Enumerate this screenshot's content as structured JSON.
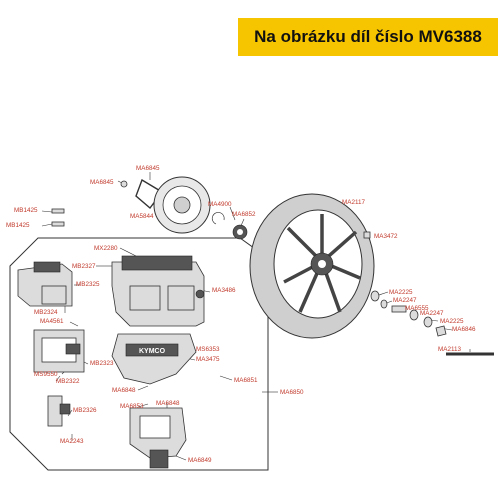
{
  "banner": {
    "text": "Na obrázku díl číslo MV6388",
    "bg": "#f7c500"
  },
  "colors": {
    "label": "#c0392b",
    "line": "#333333",
    "part_fill": "#dcdcdc",
    "part_dark": "#555555"
  },
  "brand_text": "KYMCO",
  "labels": [
    {
      "id": "MA6845a",
      "text": "MA6845"
    },
    {
      "id": "MA6845b",
      "text": "MA6845"
    },
    {
      "id": "MA5844",
      "text": "MA5844"
    },
    {
      "id": "MA4900",
      "text": "MA4900"
    },
    {
      "id": "MA6852",
      "text": "MA6852"
    },
    {
      "id": "MA2117",
      "text": "MA2117"
    },
    {
      "id": "MA3472",
      "text": "MA3472"
    },
    {
      "id": "MB1425a",
      "text": "MB1425"
    },
    {
      "id": "MB1425b",
      "text": "MB1425"
    },
    {
      "id": "MX2280",
      "text": "MX2280"
    },
    {
      "id": "MB2327",
      "text": "MB2327"
    },
    {
      "id": "MB2325",
      "text": "MB2325"
    },
    {
      "id": "MA3486",
      "text": "MA3486"
    },
    {
      "id": "MB2324",
      "text": "MB2324"
    },
    {
      "id": "MA4561",
      "text": "MA4561"
    },
    {
      "id": "MA2225a",
      "text": "MA2225"
    },
    {
      "id": "MA2247a",
      "text": "MA2247"
    },
    {
      "id": "MA6555",
      "text": "MA6555"
    },
    {
      "id": "MA2247b",
      "text": "MA2247"
    },
    {
      "id": "MA2225b",
      "text": "MA2225"
    },
    {
      "id": "MA6846",
      "text": "MA6846"
    },
    {
      "id": "MA2113",
      "text": "MA2113"
    },
    {
      "id": "MS6353",
      "text": "MS6353"
    },
    {
      "id": "MA3475",
      "text": "MA3475"
    },
    {
      "id": "MB2323",
      "text": "MB2323"
    },
    {
      "id": "MS9550",
      "text": "MS9550"
    },
    {
      "id": "MB2322",
      "text": "MB2322"
    },
    {
      "id": "MA6851",
      "text": "MA6851"
    },
    {
      "id": "MA6848a",
      "text": "MA6848"
    },
    {
      "id": "MA6850",
      "text": "MA6850"
    },
    {
      "id": "MA6853",
      "text": "MA6853"
    },
    {
      "id": "MA6848b",
      "text": "MA6848"
    },
    {
      "id": "MB2326",
      "text": "MB2326"
    },
    {
      "id": "MA2243",
      "text": "MA2243"
    },
    {
      "id": "MA6849",
      "text": "MA6849"
    }
  ]
}
